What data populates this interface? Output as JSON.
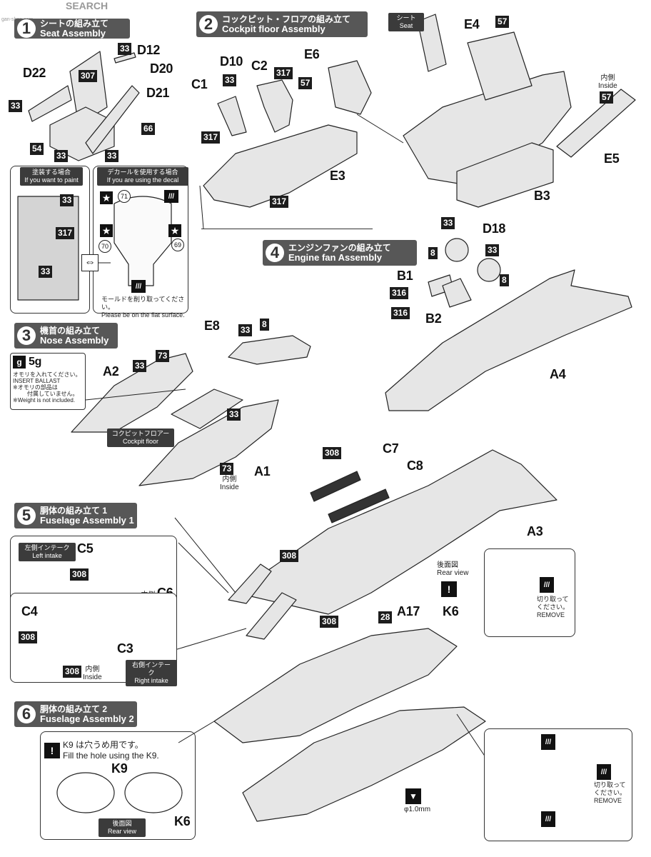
{
  "watermark": {
    "brand": "SEARCH",
    "corner": "gan-shen.com"
  },
  "steps": {
    "s1": {
      "num": "1",
      "jp": "シートの組み立て",
      "en": "Seat Assembly"
    },
    "s2": {
      "num": "2",
      "jp": "コックピット・フロアの組み立て",
      "en": "Cockpit floor Assembly"
    },
    "s3": {
      "num": "3",
      "jp": "機首の組み立て",
      "en": "Nose Assembly"
    },
    "s4": {
      "num": "4",
      "jp": "エンジンファンの組み立て",
      "en": "Engine fan Assembly"
    },
    "s5": {
      "num": "5",
      "jp": "胴体の組み立て 1",
      "en": "Fuselage Assembly 1"
    },
    "s6": {
      "num": "6",
      "jp": "胴体の組み立て 2",
      "en": "Fuselage Assembly 2"
    }
  },
  "parts": {
    "D12": "D12",
    "D20": "D20",
    "D22": "D22",
    "D21": "D21",
    "C1": "C1",
    "C2": "C2",
    "D10": "D10",
    "E6": "E6",
    "E3": "E3",
    "E4": "E4",
    "E5": "E5",
    "B3": "B3",
    "D18": "D18",
    "B1": "B1",
    "B2": "B2",
    "A4": "A4",
    "E8": "E8",
    "A2": "A2",
    "A1": "A1",
    "C7": "C7",
    "C8": "C8",
    "A3": "A3",
    "C5": "C5",
    "C6": "C6",
    "C4": "C4",
    "C3": "C3",
    "A17": "A17",
    "K6": "K6",
    "K9": "K9",
    "K6b": "K6"
  },
  "colors": {
    "c33": "33",
    "c307": "307",
    "c66": "66",
    "c54": "54",
    "c317": "317",
    "c57": "57",
    "c8": "8",
    "c73": "73",
    "c316": "316",
    "c308": "308",
    "c28": "28"
  },
  "labels": {
    "seat_tag_jp": "シート",
    "seat_tag_en": "Seat",
    "paint_jp": "塗装する場合",
    "paint_en": "If you want to paint",
    "decal_jp": "デカールを使用する場合",
    "decal_en": "If you are using the decal",
    "decal71": "71",
    "decal70": "70",
    "decal69": "69",
    "mold_jp": "モールドを削り取ってください。",
    "mold_en": "Please be on the flat surface.",
    "weight": "5g",
    "ballast_jp": "オモリを入れてください。",
    "ballast_en": "INSERT BALLAST",
    "ballast_jp2": "※オモリの部品は",
    "ballast_jp3": "付属していません。",
    "ballast_en2": "※Weight is not included.",
    "cockpit_floor_jp": "コクピットフロアー",
    "cockpit_floor_en": "Cockpit floor",
    "inside_jp": "内側",
    "inside_en": "Inside",
    "left_intake_jp": "左側インテーク",
    "left_intake_en": "Left intake",
    "right_intake_jp": "右側インテーク",
    "right_intake_en": "Right intake",
    "rear_view_jp": "後面図",
    "rear_view_en": "Rear view",
    "cut_jp1": "切り取って",
    "cut_jp2": "ください。",
    "cut_en": "REMOVE",
    "k9_jp": "K9 は穴うめ用です。",
    "k9_en": "Fill the hole using the K9.",
    "drill": "φ1.0mm"
  }
}
